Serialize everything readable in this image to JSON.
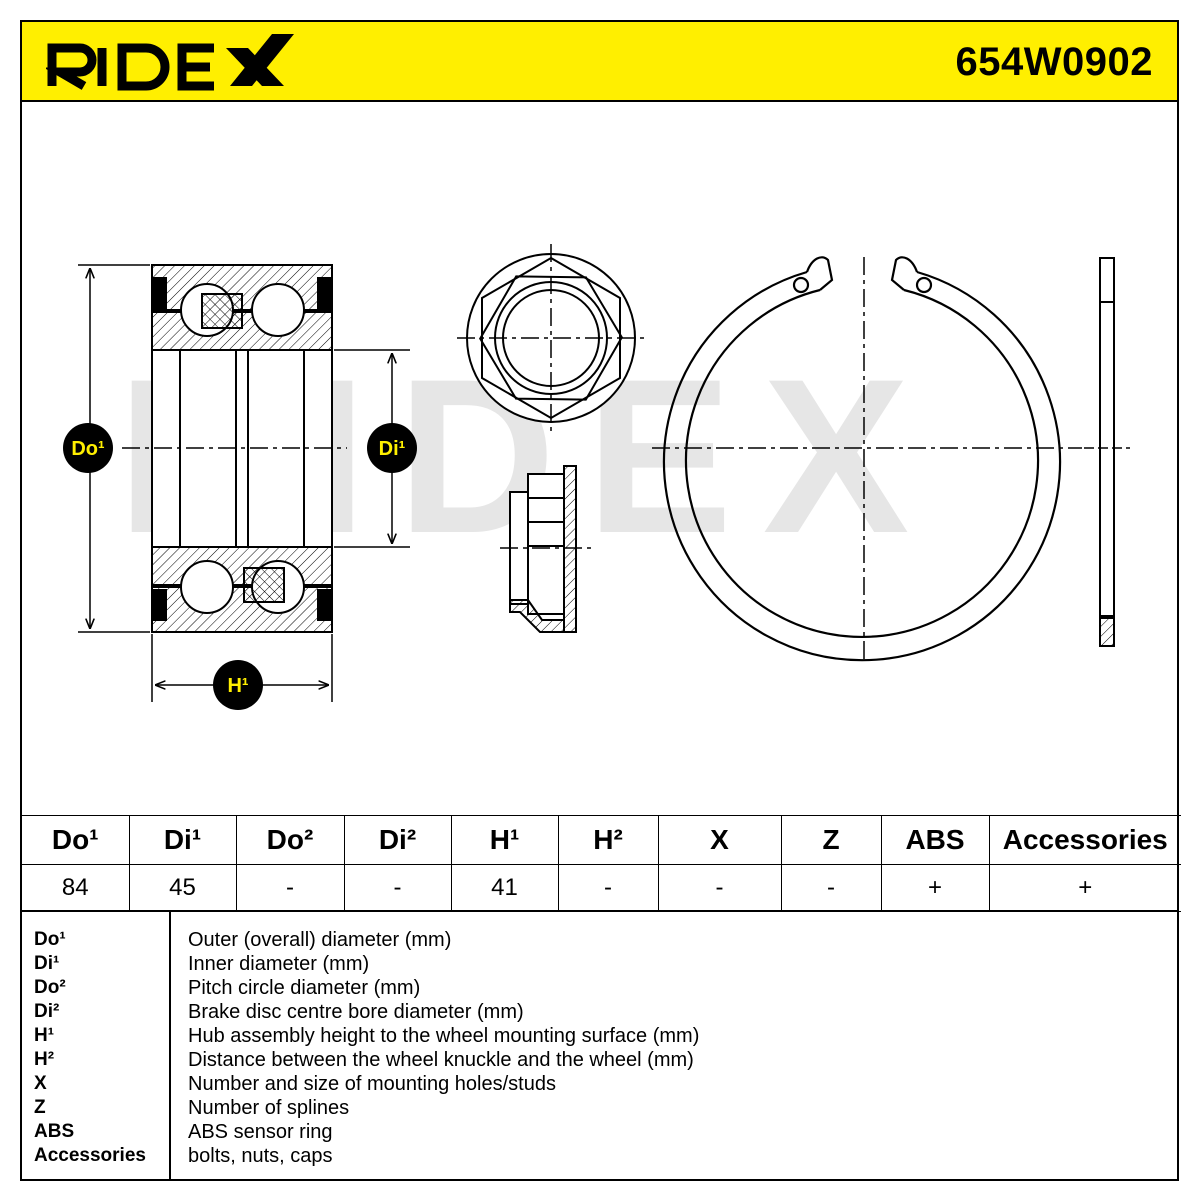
{
  "header": {
    "brand": "RIDEX",
    "part_number": "654W0902"
  },
  "drawing": {
    "labels": {
      "do1": "Do¹",
      "di1": "Di¹",
      "h1": "H¹"
    },
    "watermark": "RIDEX",
    "colors": {
      "badge": "#ffef00",
      "watermark": "#e6e6e6"
    }
  },
  "table": {
    "headers": [
      "Do¹",
      "Di¹",
      "Do²",
      "Di²",
      "H¹",
      "H²",
      "X",
      "Z",
      "ABS",
      "Accessories"
    ],
    "values": [
      "84",
      "45",
      "-",
      "-",
      "41",
      "-",
      "-",
      "-",
      "+",
      "+"
    ]
  },
  "legend": [
    {
      "key": "Do¹",
      "desc": "Outer (overall) diameter (mm)"
    },
    {
      "key": "Di¹",
      "desc": "Inner diameter (mm)"
    },
    {
      "key": "Do²",
      "desc": "Pitch circle diameter (mm)"
    },
    {
      "key": "Di²",
      "desc": "Brake disc centre bore diameter (mm)"
    },
    {
      "key": "H¹",
      "desc": "Hub assembly height to the wheel mounting surface (mm)"
    },
    {
      "key": "H²",
      "desc": "Distance between the wheel knuckle and the wheel (mm)"
    },
    {
      "key": "X",
      "desc": "Number and size of mounting holes/studs"
    },
    {
      "key": "Z",
      "desc": "Number of splines"
    },
    {
      "key": "ABS",
      "desc": "ABS sensor ring"
    },
    {
      "key": "Accessories",
      "desc": "bolts, nuts, caps"
    }
  ]
}
